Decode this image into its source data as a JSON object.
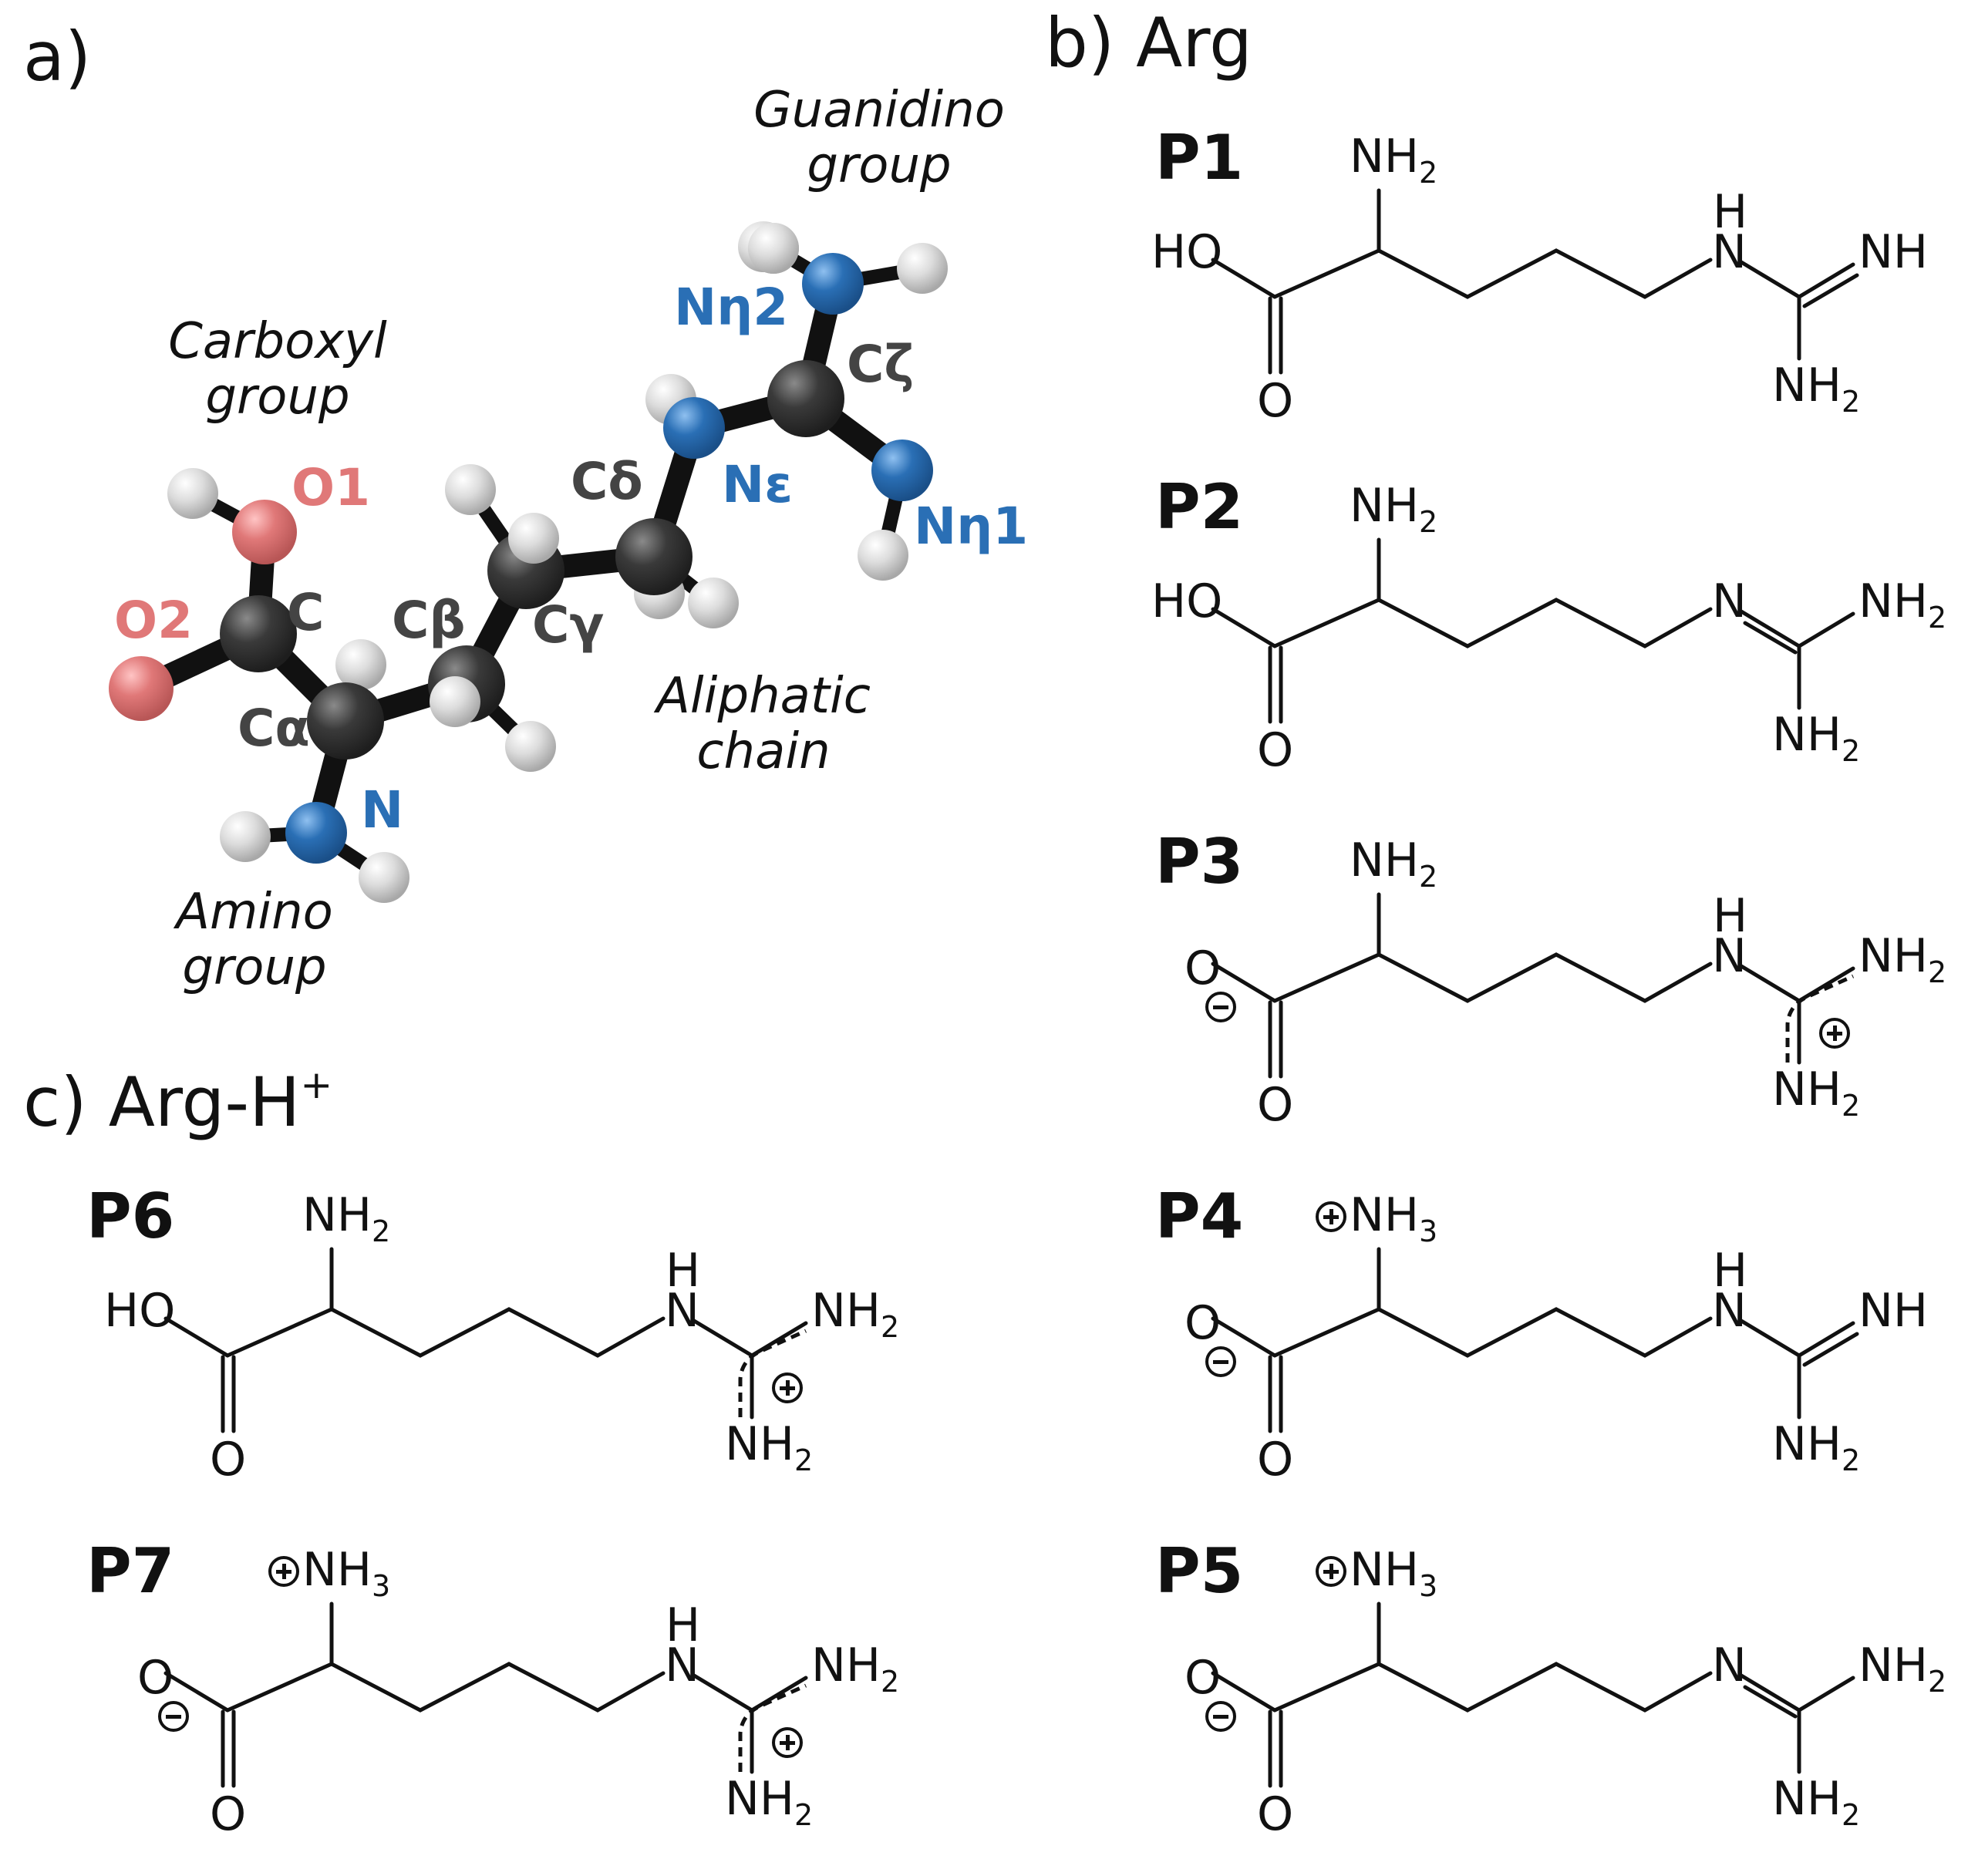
{
  "panels": {
    "a": "a)",
    "b": "b) Arg",
    "c": "c) Arg-H",
    "c_sup": "+"
  },
  "groups": {
    "carboxyl": [
      "Carboxyl",
      "group"
    ],
    "guanidino": [
      "Guanidino",
      "group"
    ],
    "amino": [
      "Amino",
      "group"
    ],
    "aliphatic": [
      "Aliphatic",
      "chain"
    ]
  },
  "atom_labels": {
    "O1": "O1",
    "O2": "O2",
    "C": "C",
    "Ca": "Cα",
    "N": "N",
    "Cb": "Cβ",
    "Cg": "Cγ",
    "Cd": "Cδ",
    "Ne": "Nε",
    "Cz": "Cζ",
    "Nh1": "Nη1",
    "Nh2": "Nη2"
  },
  "colors": {
    "carbon": "#3a3a3a",
    "oxygen": "#e07878",
    "nitrogen": "#2a6fb5",
    "hydrogen": "#dcdcdc",
    "carbon_label": "#444444",
    "oxygen_label": "#e07878",
    "nitrogen_label": "#2a6fb5"
  },
  "structures": [
    {
      "id": "P1",
      "label": "P1",
      "amine": "NH2",
      "acid": "HO",
      "deprotonated": false,
      "nh": "H",
      "n": "N",
      "top": "NH",
      "bottom": "NH2",
      "imine": "top",
      "delocalized": false,
      "amine_charge": false
    },
    {
      "id": "P2",
      "label": "P2",
      "amine": "NH2",
      "acid": "HO",
      "deprotonated": false,
      "nh": "",
      "n": "N",
      "top": "NH2",
      "bottom": "NH2",
      "imine": "left",
      "delocalized": false,
      "amine_charge": false
    },
    {
      "id": "P3",
      "label": "P3",
      "amine": "NH2",
      "acid": "O",
      "deprotonated": true,
      "nh": "H",
      "n": "N",
      "top": "NH2",
      "bottom": "NH2",
      "imine": "none",
      "delocalized": true,
      "amine_charge": false
    },
    {
      "id": "P4",
      "label": "P4",
      "amine": "NH3",
      "acid": "O",
      "deprotonated": true,
      "nh": "H",
      "n": "N",
      "top": "NH",
      "bottom": "NH2",
      "imine": "top",
      "delocalized": false,
      "amine_charge": true
    },
    {
      "id": "P5",
      "label": "P5",
      "amine": "NH3",
      "acid": "O",
      "deprotonated": true,
      "nh": "",
      "n": "N",
      "top": "NH2",
      "bottom": "NH2",
      "imine": "left",
      "delocalized": false,
      "amine_charge": true
    },
    {
      "id": "P6",
      "label": "P6",
      "amine": "NH2",
      "acid": "HO",
      "deprotonated": false,
      "nh": "H",
      "n": "N",
      "top": "NH2",
      "bottom": "NH2",
      "imine": "none",
      "delocalized": true,
      "amine_charge": false
    },
    {
      "id": "P7",
      "label": "P7",
      "amine": "NH3",
      "acid": "O",
      "deprotonated": true,
      "nh": "H",
      "n": "N",
      "top": "NH2",
      "bottom": "NH2",
      "imine": "none",
      "delocalized": true,
      "amine_charge": true
    }
  ],
  "carbonyl_o": "O"
}
